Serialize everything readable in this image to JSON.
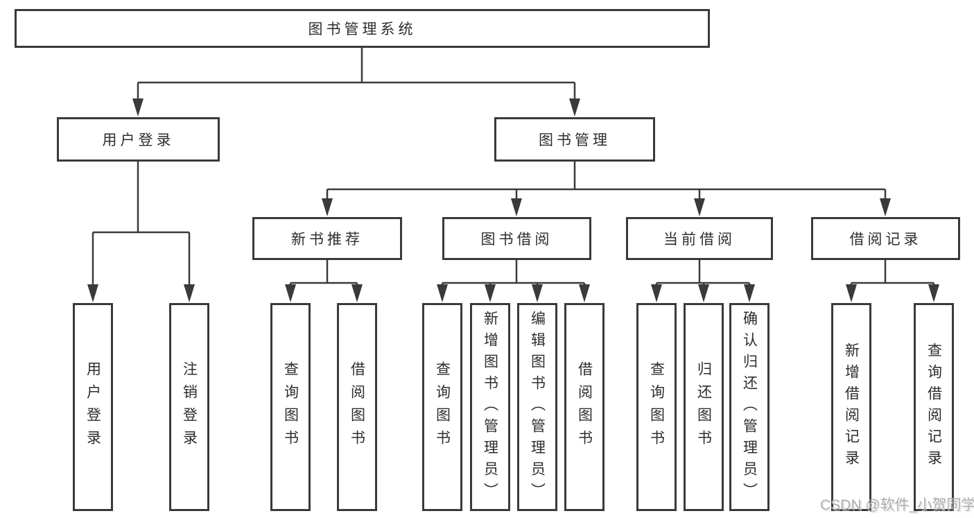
{
  "diagram": {
    "root": {
      "label": "图书管理系统"
    },
    "branches": [
      {
        "label": "用户登录",
        "children": [
          {
            "label": "用户登录"
          },
          {
            "label": "注销登录"
          }
        ]
      },
      {
        "label": "图书管理",
        "children": [
          {
            "label": "新书推荐",
            "children": [
              {
                "label": "查询图书"
              },
              {
                "label": "借阅图书"
              }
            ]
          },
          {
            "label": "图书借阅",
            "children": [
              {
                "label": "查询图书"
              },
              {
                "label": "新增图书（管理员）"
              },
              {
                "label": "编辑图书（管理员）"
              },
              {
                "label": "借阅图书"
              }
            ]
          },
          {
            "label": "当前借阅",
            "children": [
              {
                "label": "查询图书"
              },
              {
                "label": "归还图书"
              },
              {
                "label": "确认归还（管理员）"
              }
            ]
          },
          {
            "label": "借阅记录",
            "children": [
              {
                "label": "新增借阅记录"
              },
              {
                "label": "查询借阅记录"
              }
            ]
          }
        ]
      }
    ]
  },
  "watermark": {
    "text": "CSDN @软件_小贺同学"
  },
  "colors": {
    "line": "#3a3a3a",
    "box_border": "#3a3a3a",
    "text": "#2d2d2d",
    "watermark": "#aeaeae",
    "background": "#ffffff"
  }
}
